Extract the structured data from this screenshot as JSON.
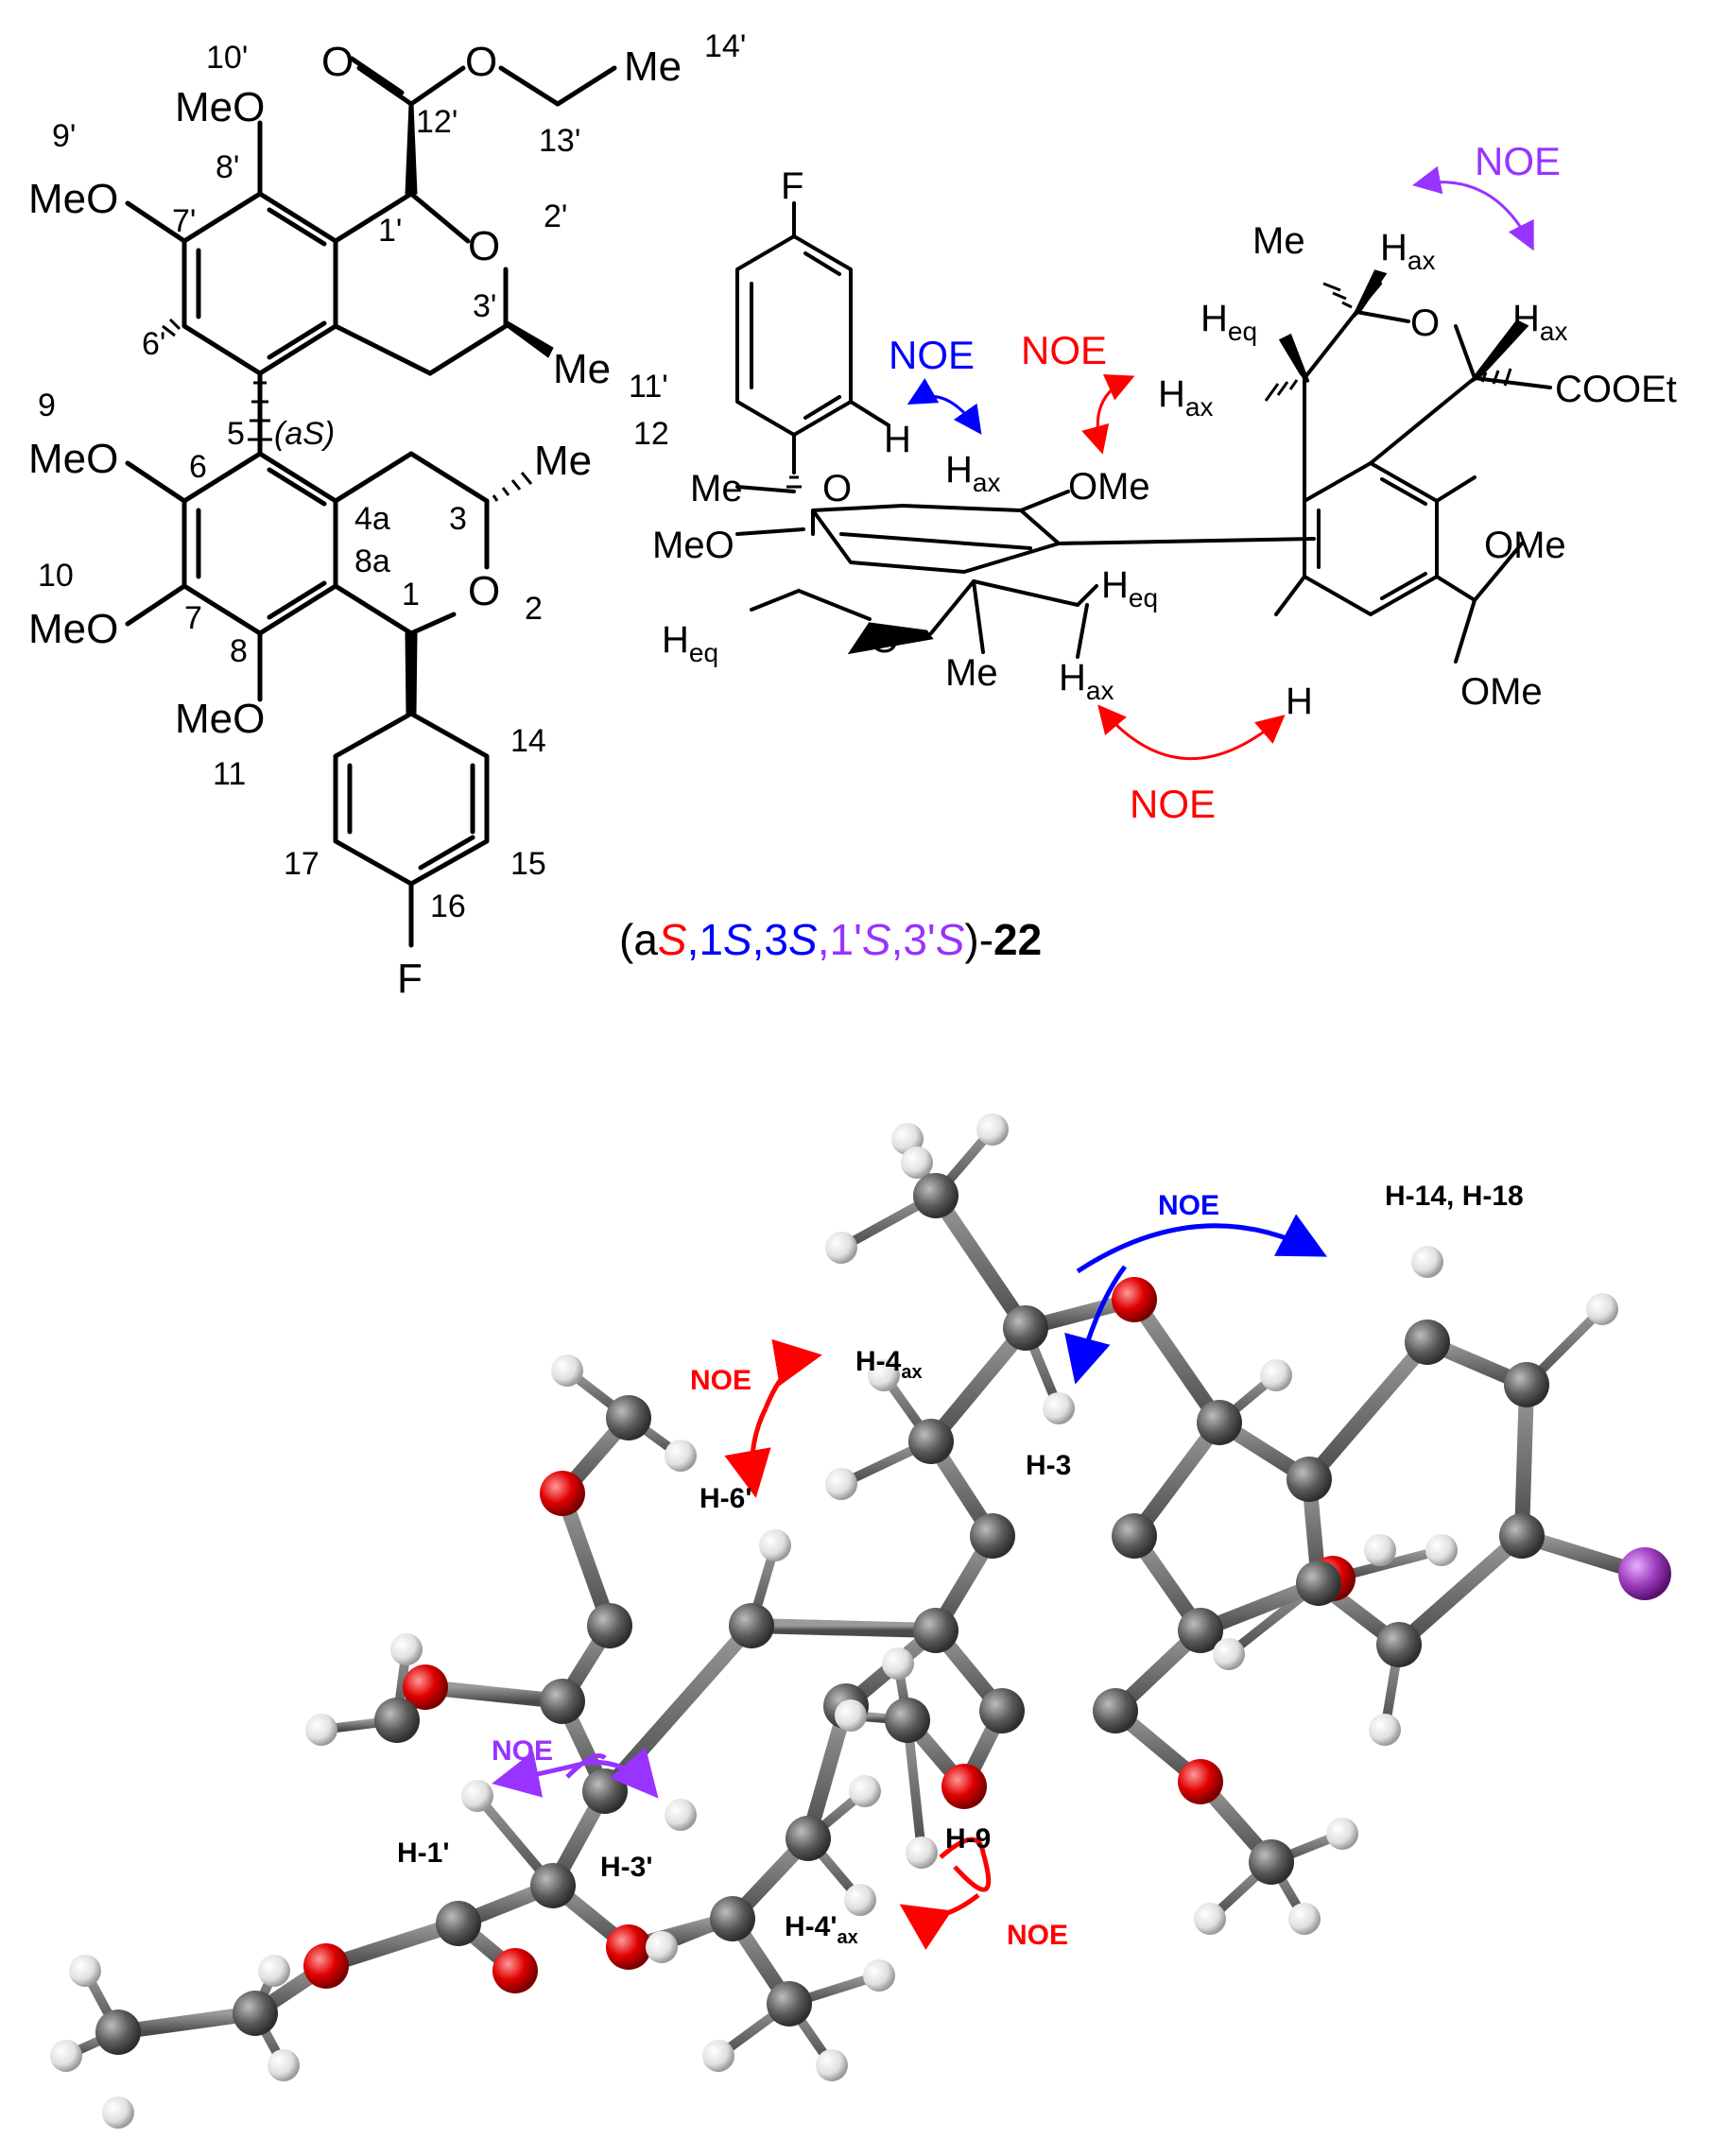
{
  "compound": {
    "config_prefix": "(a",
    "config_aS": "S",
    "config_sep1": ",1",
    "config_1S": "S",
    "config_sep2": ",3",
    "config_3S": "S",
    "config_sep3": ",1'",
    "config_1pS": "S",
    "config_sep4": ",3'",
    "config_3pS": "S",
    "config_suffix": ")-",
    "number": "22"
  },
  "colors": {
    "red": "#ff0000",
    "blue": "#0000ff",
    "purple": "#9933ff",
    "carbon": "#5a5a5a",
    "oxygen": "#e00000",
    "fluorine": "#a040c0",
    "hydrogen": "#e8e8e8"
  },
  "left_structure": {
    "labels": {
      "n10p": "10'",
      "n9p": "9'",
      "n8p": "8'",
      "n7p": "7'",
      "n6p": "6'",
      "n1p": "1'",
      "n2p": "2'",
      "n3p": "3'",
      "n11p": "11'",
      "n12p": "12'",
      "n13p": "13'",
      "n14p": "14'",
      "n9": "9",
      "n10": "10",
      "n11": "11",
      "n12": "12",
      "n5": "5",
      "n6": "6",
      "n7": "7",
      "n8": "8",
      "n4a": "4a",
      "n8a": "8a",
      "n3": "3",
      "n1": "1",
      "n2": "2",
      "n14": "14",
      "n15": "15",
      "n16": "16",
      "n17": "17",
      "aS_a": "(a",
      "aS_S": "S",
      "aS_close": ")"
    },
    "atoms": {
      "meo_top": "MeO",
      "meo_left_top": "MeO",
      "meo9": "MeO",
      "meo10": "MeO",
      "meo11": "MeO",
      "o_carbonyl": "O",
      "o_ester": "O",
      "me_ethyl": "Me",
      "o2p": "O",
      "me3p": "Me",
      "me3": "Me",
      "o2": "O",
      "f": "F"
    }
  },
  "right_structure": {
    "atoms": {
      "f": "F",
      "h_arom": "H",
      "me_left": "Me",
      "o_top": "O",
      "meo_left": "MeO",
      "omesub": "OMe",
      "h_eq_left": "H",
      "o_bottom": "O",
      "me_bottom": "Me",
      "h_eq_right": "H",
      "h_ax_bottom": "H",
      "me_top": "Me",
      "h_ax_top": "H",
      "o_ring": "O",
      "h_eq_ring": "H",
      "h_ax_ring2": "H",
      "h_ax_left": "H",
      "cooet": "COOEt",
      "ome_r1": "OMe",
      "ome_r2": "OMe",
      "h_bottom": "H",
      "h_ax_mid": "H"
    },
    "subscripts": {
      "ax": "ax",
      "eq": "eq"
    },
    "noe_labels": {
      "purple": "NOE",
      "red_top": "NOE",
      "blue": "NOE",
      "red_bottom": "NOE"
    }
  },
  "model_3d": {
    "labels": {
      "h14_18": "H-14, H-18",
      "h4ax_main": "H-4",
      "h4ax_sub": "ax",
      "h3": "H-3",
      "h6p": "H-6'",
      "h1p": "H-1'",
      "h3p": "H-3'",
      "h9": "H-9",
      "h4pax_main": "H-4'",
      "h4pax_sub": "ax"
    },
    "noe_labels": {
      "blue": "NOE",
      "red_top": "NOE",
      "purple": "NOE",
      "red_bottom": "NOE"
    }
  }
}
